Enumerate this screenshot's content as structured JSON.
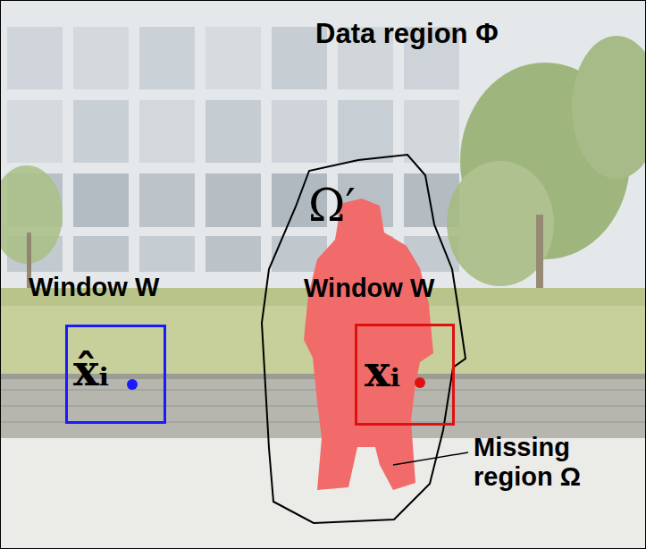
{
  "diagram": {
    "nodes": [
      {
        "text": [
          "Data region Φ"
        ]
      },
      {
        "text": [
          "Ω′"
        ],
        "in": 0
      },
      {
        "text": [
          "Window W",
          "x̂ᵢ"
        ],
        "in": 0
      },
      {
        "text": [
          "Window W",
          "xᵢ"
        ],
        "in": 0
      }
    ],
    "labels": [
      "Missing region Ω"
    ]
  }
}
